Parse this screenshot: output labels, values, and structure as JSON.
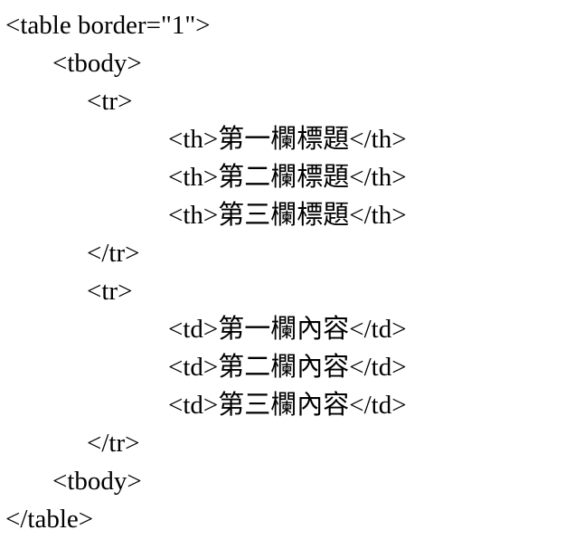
{
  "colors": {
    "background": "#ffffff",
    "text": "#000000"
  },
  "code": {
    "language": "html-source-text",
    "lines": [
      {
        "indent": 0,
        "text": "<table border=\"1\">"
      },
      {
        "indent": 1,
        "text": "<tbody>"
      },
      {
        "indent": 2,
        "text": "<tr>"
      },
      {
        "indent": 3,
        "text": "<th>第一欄標題</th>"
      },
      {
        "indent": 3,
        "text": "<th>第二欄標題</th>"
      },
      {
        "indent": 3,
        "text": "<th>第三欄標題</th>"
      },
      {
        "indent": 2,
        "text": "</tr>"
      },
      {
        "indent": 2,
        "text": "<tr>"
      },
      {
        "indent": 3,
        "text": "<td>第一欄內容</td>"
      },
      {
        "indent": 3,
        "text": "<td>第二欄內容</td>"
      },
      {
        "indent": 3,
        "text": "<td>第三欄內容</td>"
      },
      {
        "indent": 2,
        "text": "</tr>"
      },
      {
        "indent": 1,
        "text": "<tbody>"
      },
      {
        "indent": 0,
        "text": "</table>"
      }
    ]
  }
}
